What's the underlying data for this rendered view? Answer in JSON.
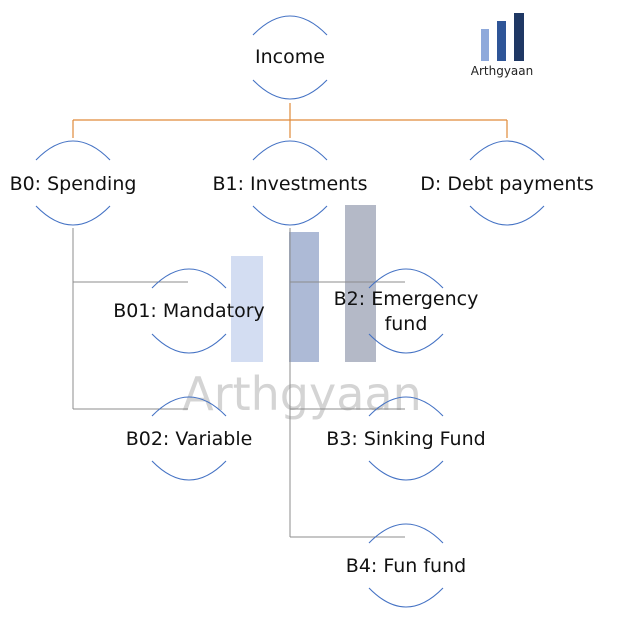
{
  "nodes": {
    "income": "Income",
    "b0": "B0: Spending",
    "b1": "B1: Investments",
    "d": "D: Debt payments",
    "b01": "B01: Mandatory",
    "b02": "B02: Variable",
    "b2_line1": "B2: Emergency",
    "b2_line2": "fund",
    "b3": "B3: Sinking Fund",
    "b4": "B4: Fun fund"
  },
  "logo": {
    "text": "Arthgyaan"
  },
  "watermark": {
    "text": "Arthgyaan"
  },
  "colors": {
    "arc": "#4472C4",
    "top_connector": "#E08A3A",
    "sub_connector": "#8C8C8C",
    "logo_bar_light": "#8EA9DB",
    "logo_bar_mid": "#2F5597",
    "logo_bar_dark": "#1F3864"
  }
}
